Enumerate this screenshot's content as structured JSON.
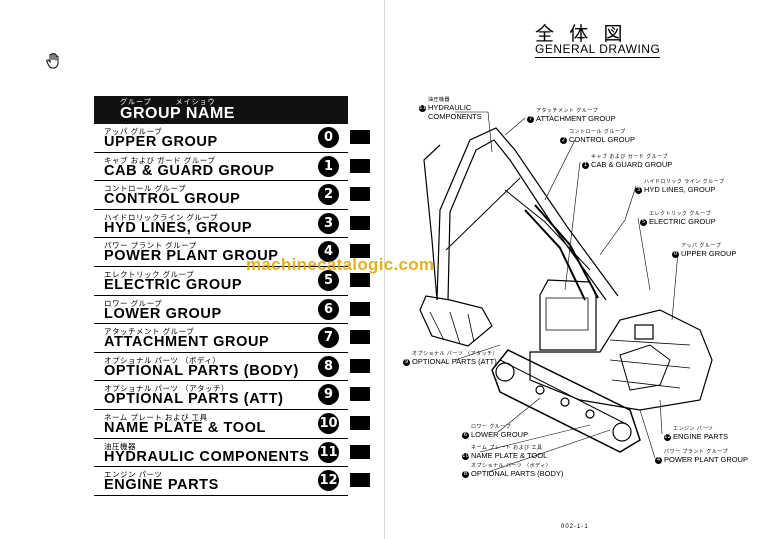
{
  "index": {
    "header": {
      "kana": "グループ　　　メイショウ",
      "title": "GROUP NAME"
    },
    "rows": [
      {
        "jp": "アッパ グループ",
        "en": "UPPER GROUP",
        "num": "0"
      },
      {
        "jp": "キャブ および ガード グループ",
        "en": "CAB & GUARD GROUP",
        "num": "1"
      },
      {
        "jp": "コントロール グループ",
        "en": "CONTROL GROUP",
        "num": "2"
      },
      {
        "jp": "ハイドロリックライン グループ",
        "en": "HYD LINES, GROUP",
        "num": "3"
      },
      {
        "jp": "パワー プラント グループ",
        "en": "POWER PLANT GROUP",
        "num": "4"
      },
      {
        "jp": "エレクトリック グループ",
        "en": "ELECTRIC GROUP",
        "num": "5"
      },
      {
        "jp": "ロワー グループ",
        "en": "LOWER GROUP",
        "num": "6"
      },
      {
        "jp": "アタッチメント グループ",
        "en": "ATTACHMENT GROUP",
        "num": "7"
      },
      {
        "jp": "オプショナル パーツ （ボディ）",
        "en": "OPTIONAL PARTS (BODY)",
        "num": "8"
      },
      {
        "jp": "オプショナル パーツ （アタッチ）",
        "en": "OPTIONAL PARTS (ATT)",
        "num": "9"
      },
      {
        "jp": "ネーム プレート および 工具",
        "en": "NAME PLATE & TOOL",
        "num": "10"
      },
      {
        "jp": "油圧機器",
        "en": "HYDRAULIC COMPONENTS",
        "num": "11"
      },
      {
        "jp": "エンジン パーツ",
        "en": "ENGINE PARTS",
        "num": "12"
      }
    ]
  },
  "watermark": "machinecatalogic.com",
  "drawing": {
    "title_jp": "全 体 図",
    "title_en": "GENERAL DRAWING",
    "labels": [
      {
        "num": "11",
        "jp": "油圧機器",
        "en": "HYDRAULIC"
      },
      {
        "num": "",
        "jp": "",
        "en": "COMPONENTS"
      },
      {
        "num": "7",
        "jp": "アタッチメント グループ",
        "en": "ATTACHMENT GROUP"
      },
      {
        "num": "2",
        "jp": "コントロール グループ",
        "en": "CONTROL GROUP"
      },
      {
        "num": "1",
        "jp": "キャブ および ガード グループ",
        "en": "CAB & GUARD GROUP"
      },
      {
        "num": "3",
        "jp": "ハイドロリック ライン グループ",
        "en": "HYD LINES, GROUP"
      },
      {
        "num": "5",
        "jp": "エレクトリック グループ",
        "en": "ELECTRIC GROUP"
      },
      {
        "num": "0",
        "jp": "アッパ グループ",
        "en": "UPPER GROUP"
      },
      {
        "num": "9",
        "jp": "オプショナル パーツ （アタッチ）",
        "en": "OPTIONAL PARTS (ATT)"
      },
      {
        "num": "6",
        "jp": "ロワー グループ",
        "en": "LOWER GROUP"
      },
      {
        "num": "10",
        "jp": "ネーム プレート および 工具",
        "en": "NAME PLATE & TOOL"
      },
      {
        "num": "8",
        "jp": "オプショナル パーツ （ボディ）",
        "en": "OPTIONAL PARTS (BODY)"
      },
      {
        "num": "12",
        "jp": "エンジン パーツ",
        "en": "ENGINE PARTS"
      },
      {
        "num": "4",
        "jp": "パワー プラント グループ",
        "en": "POWER PLANT GROUP"
      }
    ],
    "page_number": "002-1-1"
  },
  "icons": {
    "cursor": "hand-cursor-icon"
  }
}
